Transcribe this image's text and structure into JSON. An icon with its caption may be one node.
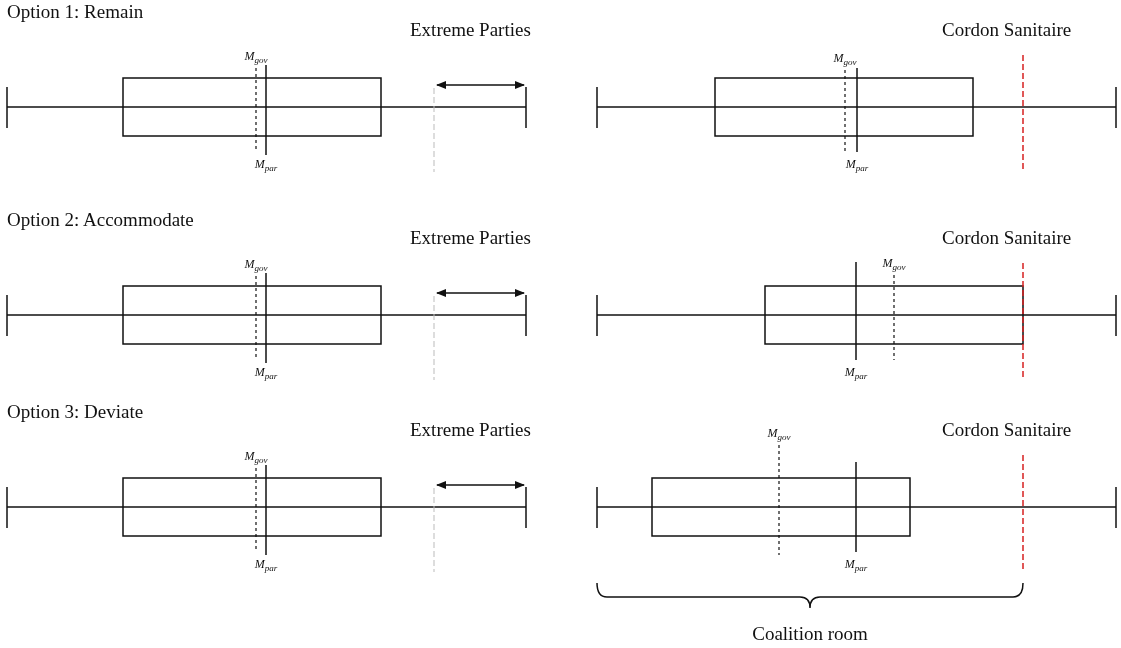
{
  "diagram": {
    "labels": [
      "Option 1: Remain",
      "Extreme Parties",
      "Cordon Sanitaire",
      "M$_{gov}$",
      "M$_{gov}$",
      "M$_{par}$",
      "M$_{par}$",
      "Option 2: Accommodate",
      "Extreme Parties",
      "Cordon Sanitaire",
      "M$_{gov}$",
      "M$_{gov}$",
      "M$_{par}$",
      "M$_{par}$",
      "Option 3: Deviate",
      "Extreme Parties",
      "Cordon Sanitaire",
      "M$_{gov}$",
      "M$_{gov}$",
      "M$_{par}$",
      "M$_{par}$",
      "Coalition room"
    ]
  }
}
